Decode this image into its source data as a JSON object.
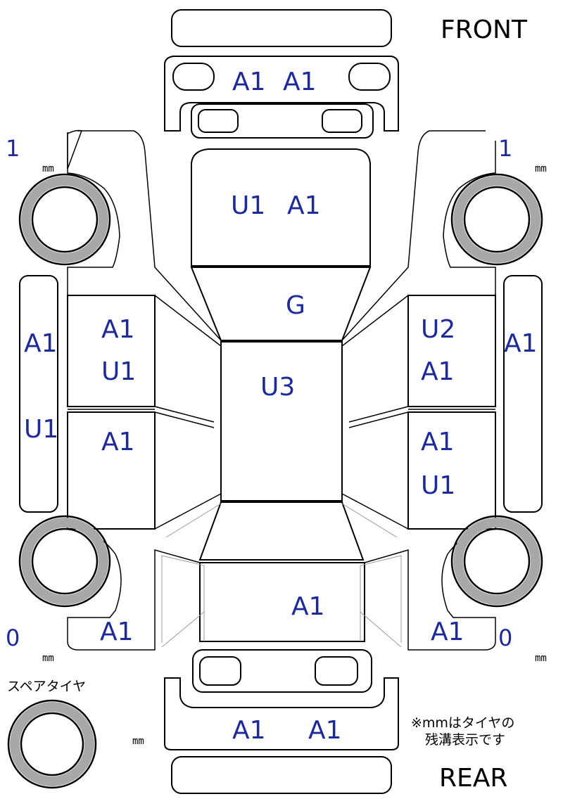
{
  "labels": {
    "front": "FRONT",
    "rear": "REAR",
    "spare_tire": "スペアタイヤ",
    "note_line1": "※mmはタイヤの",
    "note_line2": "残溝表示です",
    "mm_unit": "mm"
  },
  "tread_depth": {
    "front_left": "1",
    "front_right": "1",
    "rear_left": "0",
    "rear_right": "0"
  },
  "panels": {
    "front_bumper_left": "A1",
    "front_bumper_right": "A1",
    "hood_1": "U1",
    "hood_2": "A1",
    "windshield": "G",
    "roof": "U3",
    "left_front_door_1": "A1",
    "left_front_door_2": "U1",
    "left_rear_door": "A1",
    "left_rocker_1": "A1",
    "left_rocker_2": "U1",
    "right_front_door_1": "U2",
    "right_front_door_2": "A1",
    "right_rear_door_1": "A1",
    "right_rear_door_2": "U1",
    "right_rocker": "A1",
    "trunk": "A1",
    "left_rear_quarter": "A1",
    "right_rear_quarter": "A1",
    "rear_bumper_left": "A1",
    "rear_bumper_right": "A1"
  }
}
